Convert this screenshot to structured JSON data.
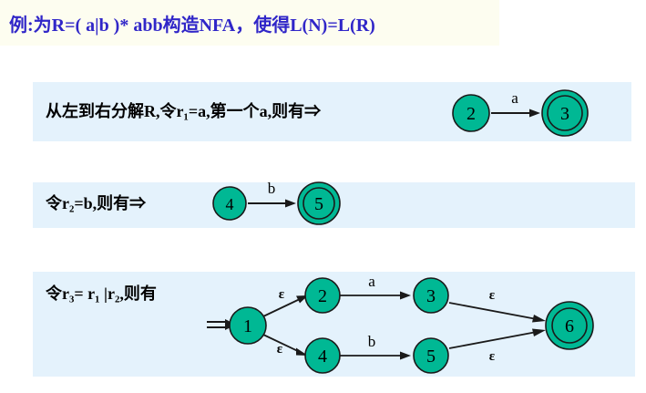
{
  "slide": {
    "title": "例:为R=( a|b )* abb构造NFA，使得L(N)=L(R)",
    "title_star": "*",
    "background_color": "#ffffff",
    "title_band_color": "#fdfdf0",
    "title_text_color": "#3026c8",
    "band_color": "#e4f2fc",
    "state_color": "#00b894",
    "stroke_color": "#1a1a1a"
  },
  "steps": [
    {
      "caption": "从左到右分解R,令r₁=a,第一个a,则有⇒",
      "caption_plain": "从左到右分解R,令r1=a,第一个a,则有⇒",
      "automaton": {
        "states": [
          {
            "id": "2",
            "label": "2",
            "accepting": false
          },
          {
            "id": "3",
            "label": "3",
            "accepting": true
          }
        ],
        "transitions": [
          {
            "from": "2",
            "to": "3",
            "label": "a"
          }
        ]
      }
    },
    {
      "caption": "令r₂=b,则有⇒",
      "caption_plain": "令r2=b,则有⇒",
      "automaton": {
        "states": [
          {
            "id": "4",
            "label": "4",
            "accepting": false
          },
          {
            "id": "5",
            "label": "5",
            "accepting": true
          }
        ],
        "transitions": [
          {
            "from": "4",
            "to": "5",
            "label": "b"
          }
        ]
      }
    },
    {
      "caption": "令r₃= r₁ |r₂,则有",
      "caption_plain": "令r3= r1 |r2,则有",
      "automaton": {
        "start_marker": "⇒",
        "states": [
          {
            "id": "1",
            "label": "1",
            "accepting": false,
            "start": true
          },
          {
            "id": "2",
            "label": "2",
            "accepting": false
          },
          {
            "id": "3",
            "label": "3",
            "accepting": false
          },
          {
            "id": "4",
            "label": "4",
            "accepting": false
          },
          {
            "id": "5",
            "label": "5",
            "accepting": false
          },
          {
            "id": "6",
            "label": "6",
            "accepting": true
          }
        ],
        "transitions": [
          {
            "from": "1",
            "to": "2",
            "label": "ε"
          },
          {
            "from": "2",
            "to": "3",
            "label": "a"
          },
          {
            "from": "3",
            "to": "6",
            "label": "ε"
          },
          {
            "from": "1",
            "to": "4",
            "label": "ε"
          },
          {
            "from": "4",
            "to": "5",
            "label": "b"
          },
          {
            "from": "5",
            "to": "6",
            "label": "ε"
          }
        ]
      }
    }
  ]
}
